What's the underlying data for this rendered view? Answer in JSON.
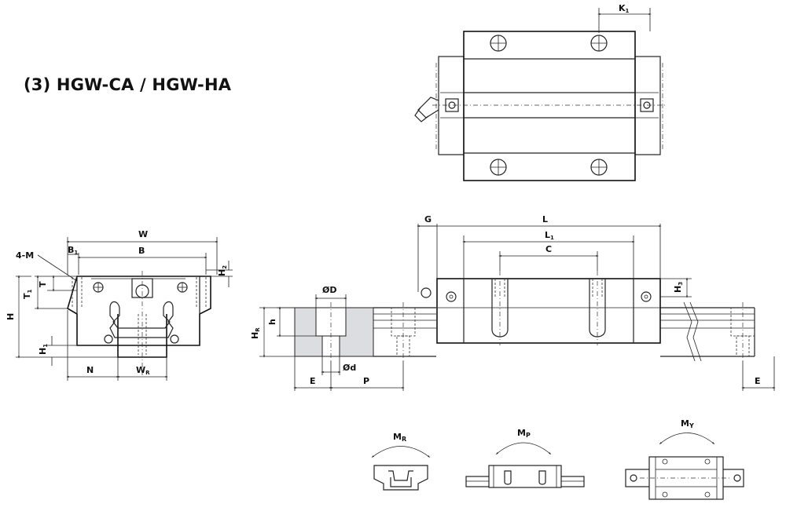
{
  "title": "(3) HGW-CA / HGW-HA",
  "top_view": {
    "k1_label": "K",
    "k1_sub": "1"
  },
  "front_view": {
    "w_label": "W",
    "b1_label": "B",
    "b1_sub": "1",
    "b_label": "B",
    "hole_label": "4-M",
    "h2_label": "H",
    "h2_sub": "2",
    "t_label": "T",
    "t1_label": "T",
    "t1_sub": "1",
    "h_label": "H",
    "h1_label": "H",
    "h1_sub": "1",
    "n_label": "N",
    "wr_label": "W",
    "wr_sub": "R"
  },
  "side_view": {
    "g_label": "G",
    "l_label": "L",
    "l1_label": "L",
    "l1_sub": "1",
    "c_label": "C",
    "h3_label": "H",
    "h3_sub": "3",
    "od_label": "ØD",
    "h_small_label": "h",
    "hr_label": "H",
    "hr_sub": "R",
    "d_label": "Ød",
    "e_label": "E",
    "p_label": "P",
    "e2_label": "E"
  },
  "moments": {
    "mr_label": "M",
    "mr_sub": "R",
    "mp_label": "M",
    "mp_sub": "P",
    "my_label": "M",
    "my_sub": "Y"
  }
}
